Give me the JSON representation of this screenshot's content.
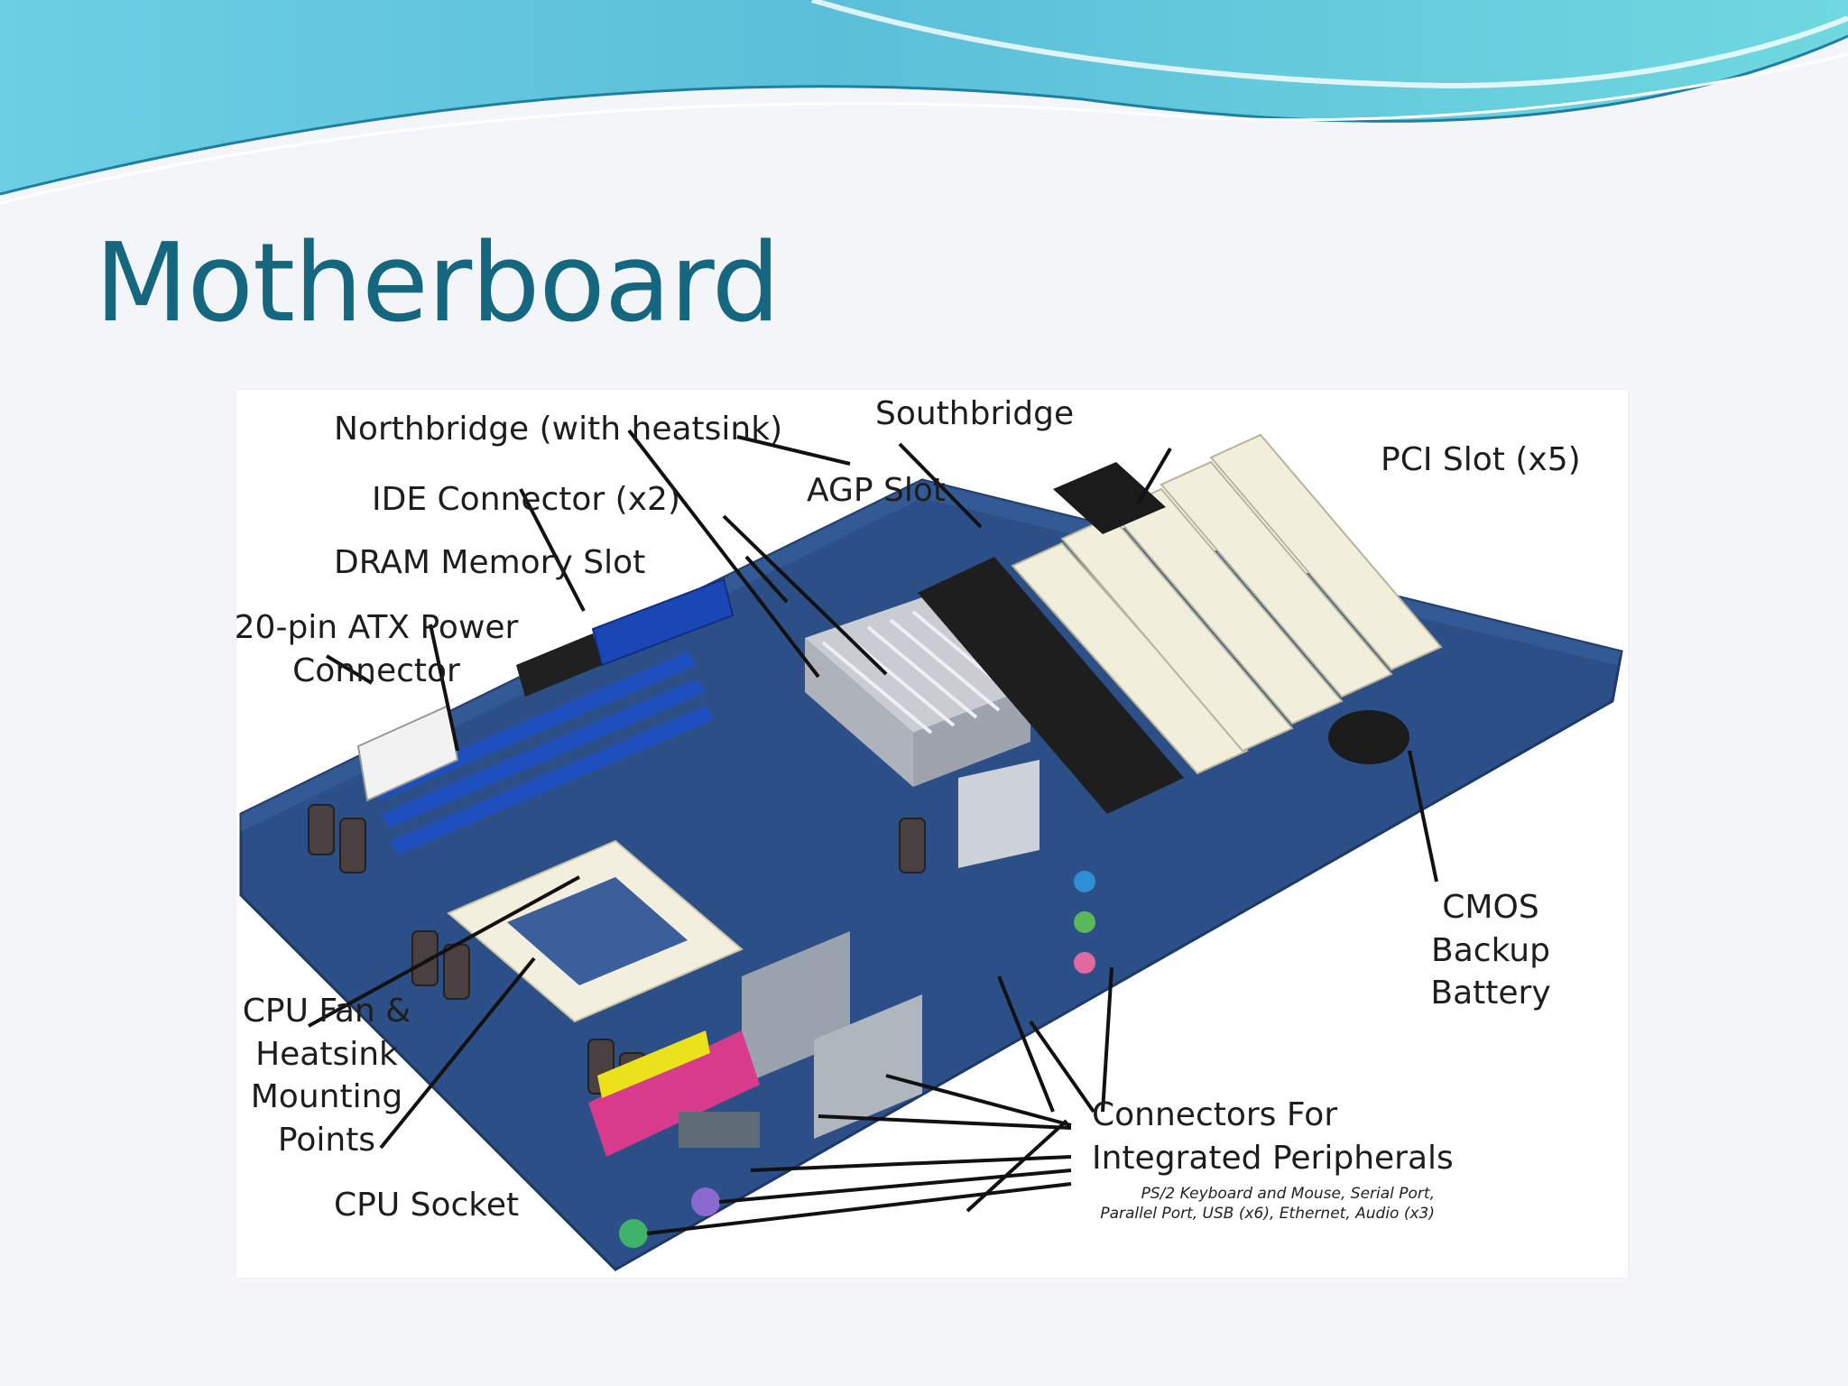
{
  "slide": {
    "title": "Motherboard"
  },
  "diagram": {
    "labels": {
      "northbridge": "Northbridge (with heatsink)",
      "southbridge": "Southbridge",
      "ide": "IDE Connector (x2)",
      "agp": "AGP Slot",
      "pci": "PCI Slot (x5)",
      "dram": "DRAM Memory Slot",
      "atx_line1": "20-pin ATX Power",
      "atx_line2": "Connector",
      "cmos_line1": "CMOS",
      "cmos_line2": "Backup",
      "cmos_line3": "Battery",
      "cpu_fan_line1": "CPU Fan &",
      "cpu_fan_line2": "Heatsink",
      "cpu_fan_line3": "Mounting",
      "cpu_fan_line4": "Points",
      "cpu_socket": "CPU Socket",
      "connectors_line1": "Connectors For",
      "connectors_line2": "Integrated Peripherals",
      "connectors_note_line1": "PS/2 Keyboard and Mouse, Serial Port,",
      "connectors_note_line2": "Parallel Port, USB (x6), Ethernet, Audio (x3)"
    }
  },
  "colors": {
    "title": "#14677e",
    "board": "#2b4f86",
    "wave_dark": "#1e7fa3",
    "wave_light": "#6fd4e2"
  }
}
